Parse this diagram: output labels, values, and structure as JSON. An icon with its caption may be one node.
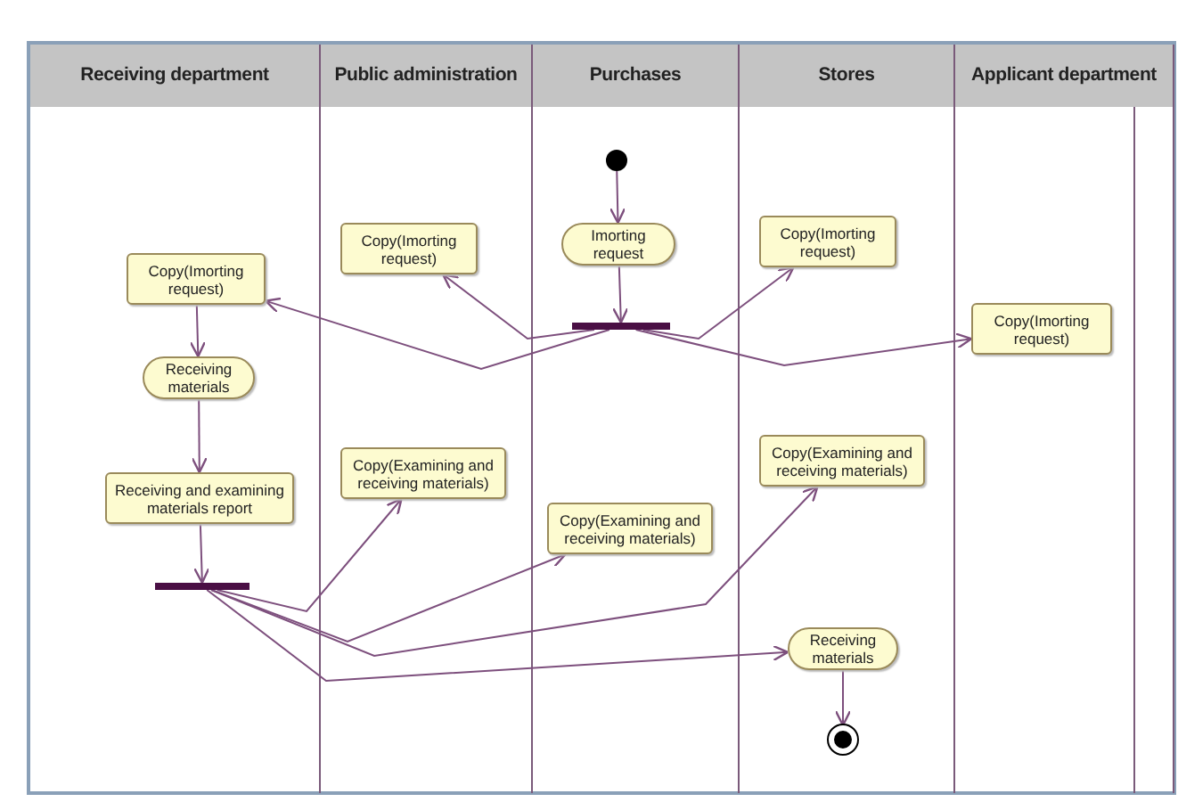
{
  "diagram": {
    "nodes": [
      {
        "text": [
          "Receiving department"
        ]
      },
      {
        "text": [
          "Public administration"
        ]
      },
      {
        "text": [
          "Purchases"
        ]
      },
      {
        "text": [
          "Stores"
        ]
      },
      {
        "text": [
          "Applicant department"
        ]
      },
      {
        "text": [],
        "shape": "circle",
        "in": 2
      },
      {
        "text": [
          "Imorting request"
        ],
        "in": 2
      },
      {
        "text": [],
        "shape": "bar",
        "in": 2
      },
      {
        "text": [
          "Copy(Imorting request)"
        ],
        "in": 0
      },
      {
        "text": [
          "Copy(Imorting request)"
        ],
        "in": 1
      },
      {
        "text": [
          "Copy(Imorting request)"
        ],
        "in": 3
      },
      {
        "text": [
          "Copy(Imorting request)"
        ],
        "in": 4
      },
      {
        "text": [
          "Receiving materials"
        ],
        "in": 0
      },
      {
        "text": [
          "Receiving and examining materials report"
        ],
        "in": 0
      },
      {
        "text": [],
        "shape": "bar",
        "in": 0
      },
      {
        "text": [
          "Copy(Examining and receiving materials)"
        ],
        "in": 1
      },
      {
        "text": [
          "Copy(Examining and receiving materials)"
        ],
        "in": 2
      },
      {
        "text": [
          "Copy(Examining and receiving materials)"
        ],
        "in": 3
      },
      {
        "text": [
          "Receiving materials"
        ],
        "in": 3
      },
      {
        "text": [],
        "shape": "circle",
        "in": 3
      }
    ],
    "edges": [
      {
        "from": 5,
        "to": 6,
        "arrow": "to"
      },
      {
        "from": 6,
        "to": 7,
        "arrow": "to"
      },
      {
        "from": 7,
        "to": 8,
        "arrow": "to"
      },
      {
        "from": 7,
        "to": 9,
        "arrow": "to"
      },
      {
        "from": 7,
        "to": 10,
        "arrow": "to"
      },
      {
        "from": 7,
        "to": 11,
        "arrow": "to"
      },
      {
        "from": 8,
        "to": 12,
        "arrow": "to"
      },
      {
        "from": 12,
        "to": 13,
        "arrow": "to"
      },
      {
        "from": 13,
        "to": 14,
        "arrow": "to"
      },
      {
        "from": 14,
        "to": 15,
        "arrow": "to"
      },
      {
        "from": 14,
        "to": 16,
        "arrow": "to"
      },
      {
        "from": 14,
        "to": 17,
        "arrow": "to"
      },
      {
        "from": 14,
        "to": 18,
        "arrow": "to"
      },
      {
        "from": 18,
        "to": 19,
        "arrow": "to"
      }
    ]
  }
}
